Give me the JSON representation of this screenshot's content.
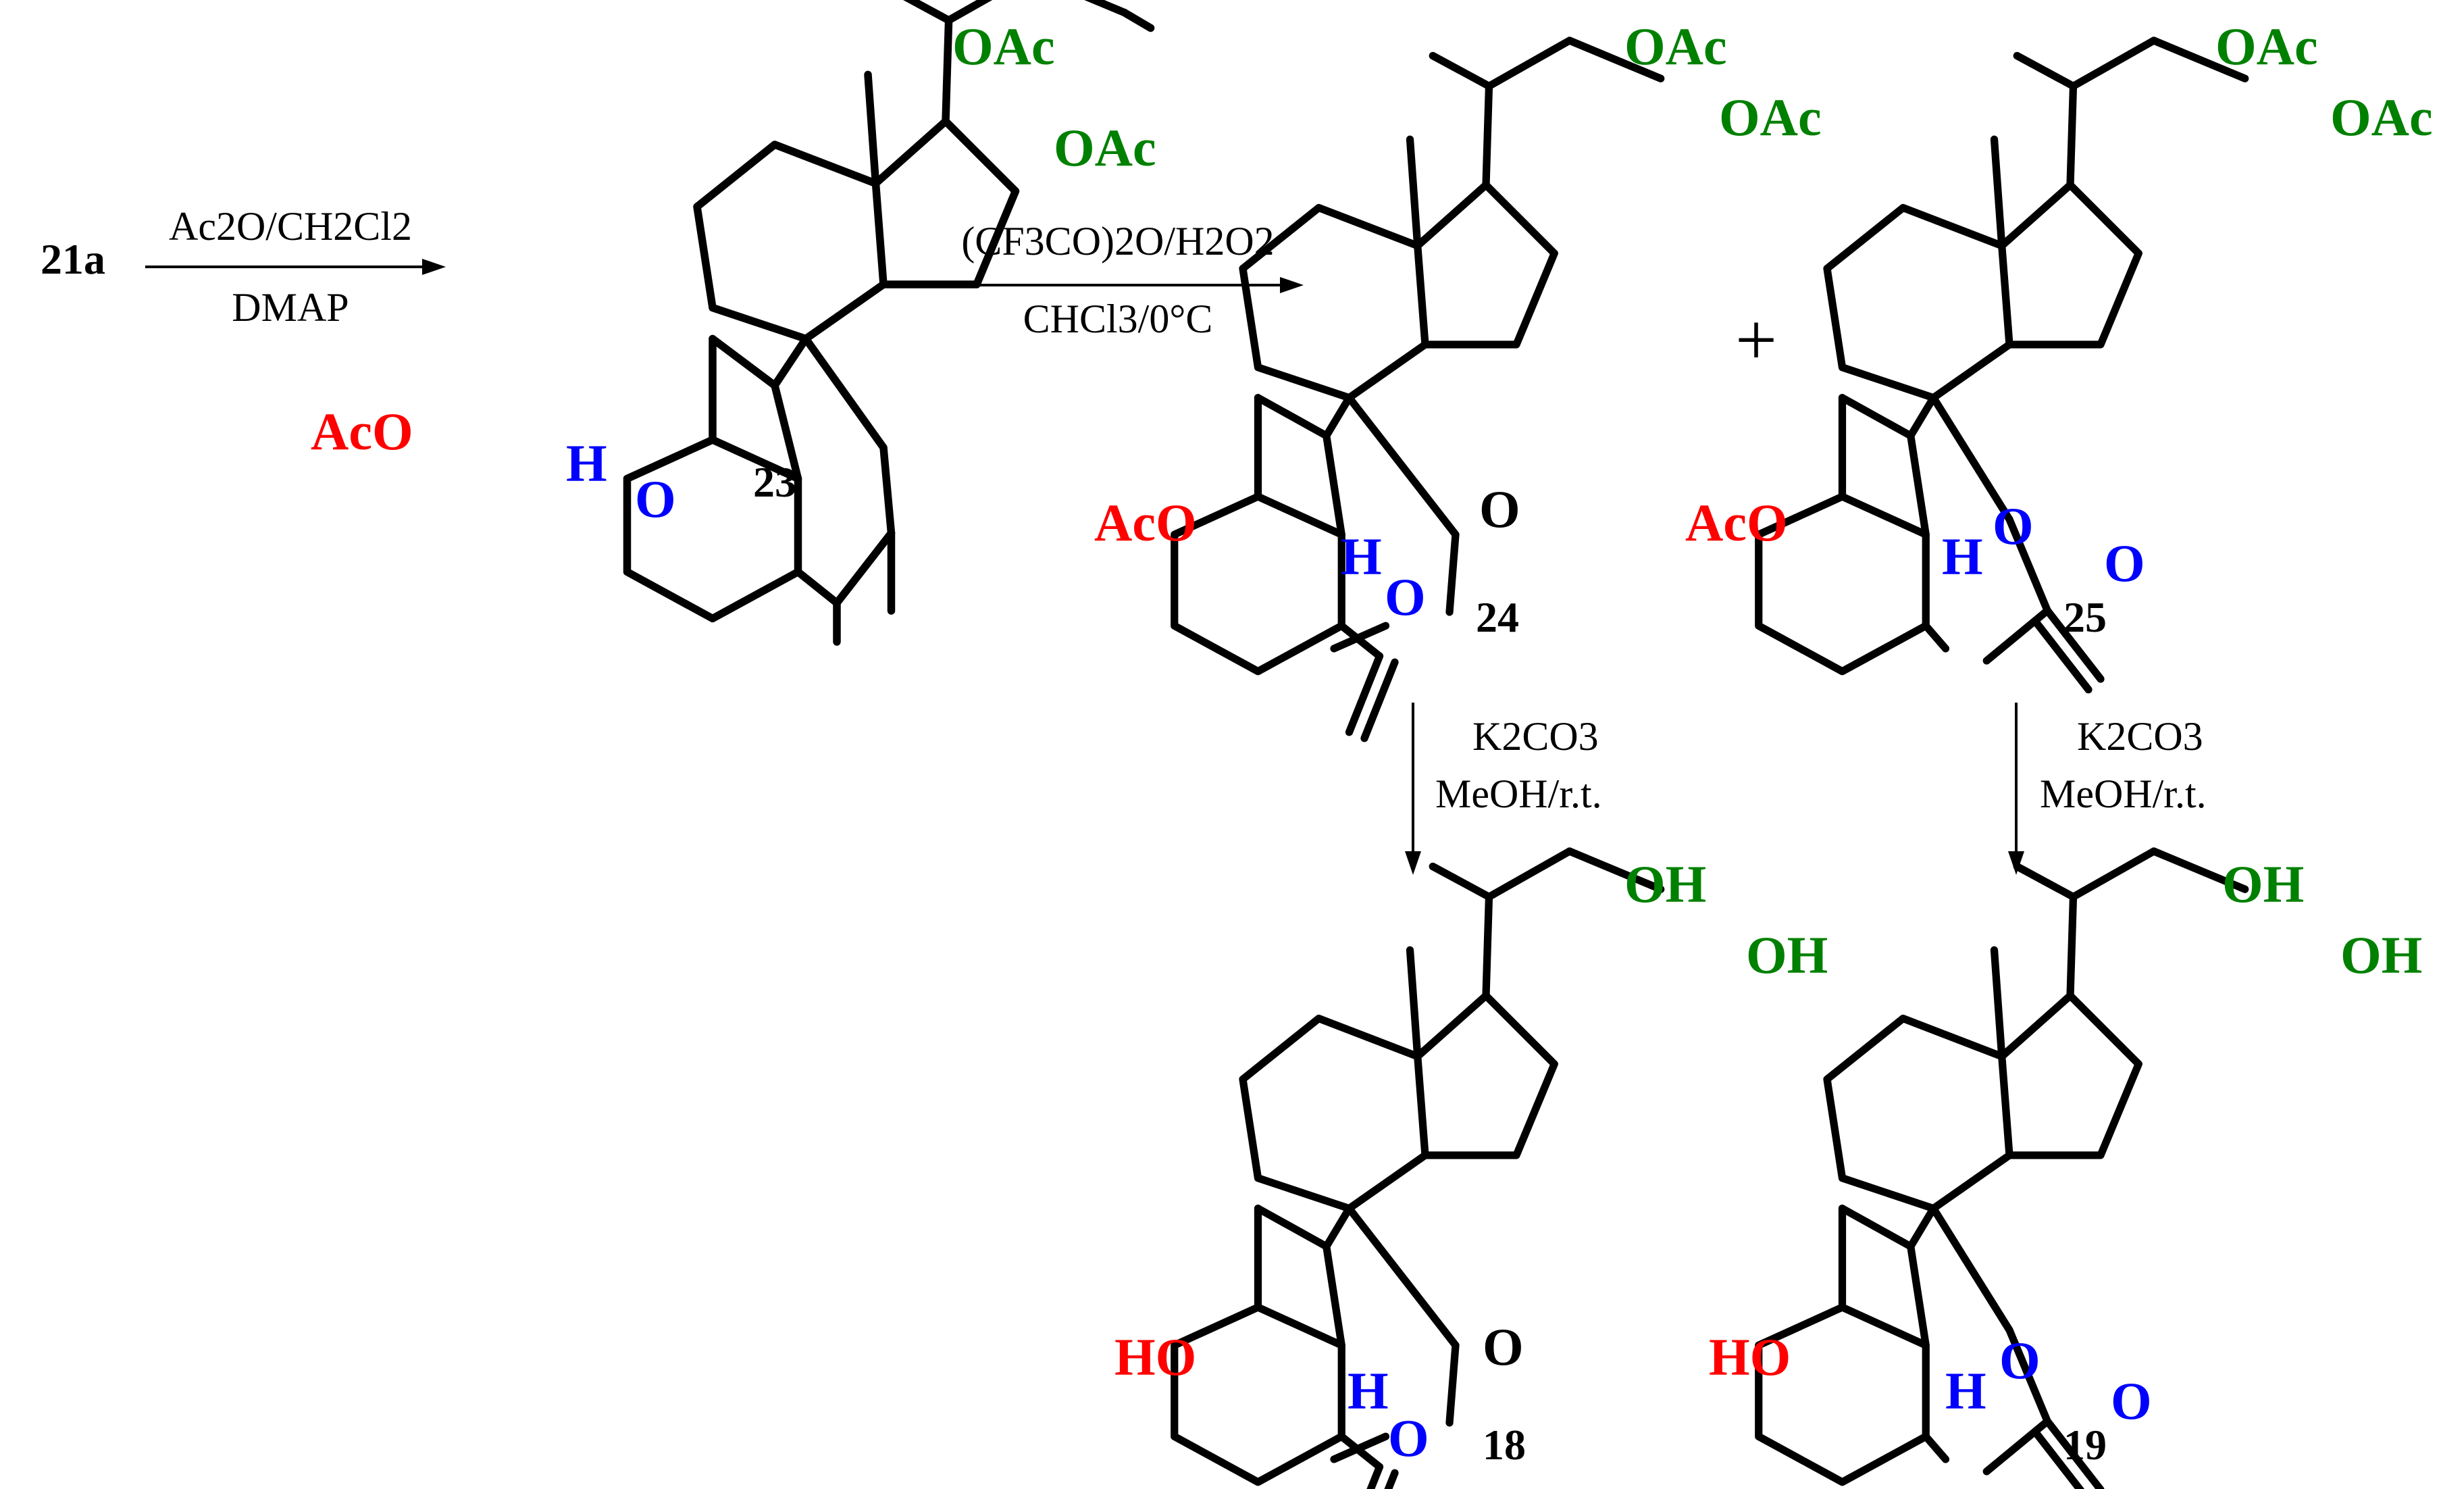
{
  "colors": {
    "bond": "#000000",
    "acetate_3": "#ff0000",
    "hydroxyl_3": "#ff0000",
    "side_chain": "#008000",
    "ring_b_modification": "#0000ff"
  },
  "starting_material": {
    "label": "21a"
  },
  "step1": {
    "reagent_above": "Ac2O/CH2Cl2",
    "reagent_below": "DMAP"
  },
  "step2": {
    "reagent_above": "(CF3CO)2O/H2O2",
    "reagent_below": "CHCl3/0°C"
  },
  "plus_sign": "+",
  "step3_left": {
    "reagent_line1": "K2CO3",
    "reagent_line2": "MeOH/r.t."
  },
  "step3_right": {
    "reagent_line1": "K2CO3",
    "reagent_line2": "MeOH/r.t."
  },
  "atom_labels": {
    "OAc": "OAc",
    "AcO": "AcO",
    "OH": "OH",
    "HO": "HO",
    "H": "H",
    "O": "O"
  },
  "compounds": [
    {
      "id": "23",
      "label": "23",
      "ring_b": "6-ketone"
    },
    {
      "id": "24",
      "label": "24",
      "ring_b": "7a-oxa lactone"
    },
    {
      "id": "25",
      "label": "25",
      "ring_b": "6-oxa lactone"
    },
    {
      "id": "18",
      "label": "18",
      "ring_b": "7a-oxa lactone"
    },
    {
      "id": "19",
      "label": "19",
      "ring_b": "6-oxa lactone"
    }
  ]
}
